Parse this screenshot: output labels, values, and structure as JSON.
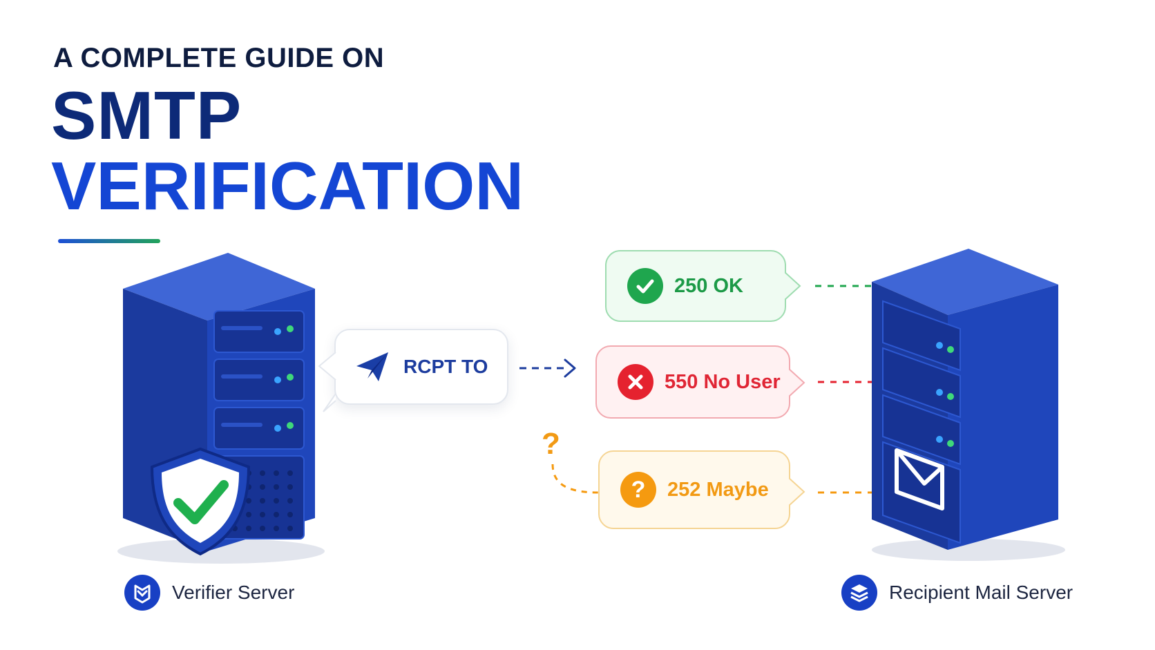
{
  "header": {
    "kicker": "A COMPLETE GUIDE ON",
    "title_line1": "SMTP",
    "title_line2": "VERIFICATION"
  },
  "request": {
    "label": "RCPT TO",
    "icon": "paper-plane-icon"
  },
  "responses": [
    {
      "label": "250 OK",
      "icon": "check-circle-icon",
      "color": "#1c9a47"
    },
    {
      "label": "550 No User",
      "icon": "x-circle-icon",
      "color": "#e02635"
    },
    {
      "label": "252 Maybe",
      "icon": "question-circle-icon",
      "color": "#f29a14"
    }
  ],
  "uncertain_mark": "?",
  "servers": {
    "verifier": {
      "label": "Verifier Server",
      "icon": "shield-check-icon",
      "logo": "m-logo-icon"
    },
    "recipient": {
      "label": "Recipient Mail Server",
      "icon": "envelope-icon",
      "logo": "stack-logo-icon"
    }
  },
  "colors": {
    "navy": "#0d2a78",
    "brand_blue": "#1446d4",
    "server_blue": "#1a3a9e",
    "ok_green": "#1fa64e",
    "error_red": "#e5222f",
    "maybe_orange": "#f59a10"
  }
}
